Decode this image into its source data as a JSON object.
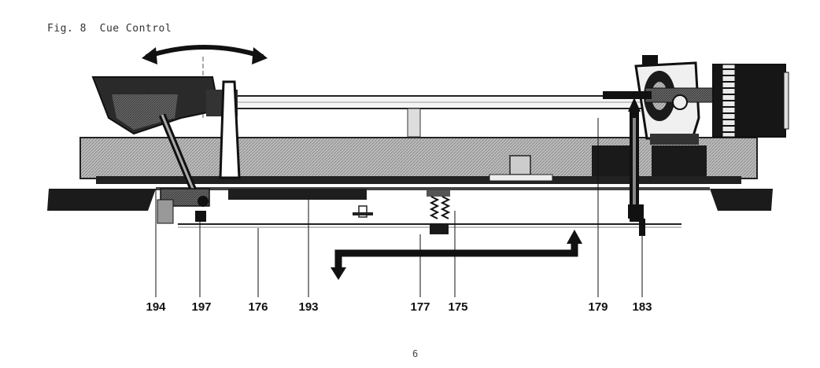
{
  "caption": "Fig. 8  Cue Control",
  "page_number": "6",
  "callouts": [
    "194",
    "197",
    "176",
    "193",
    "177",
    "175",
    "179",
    "183"
  ]
}
